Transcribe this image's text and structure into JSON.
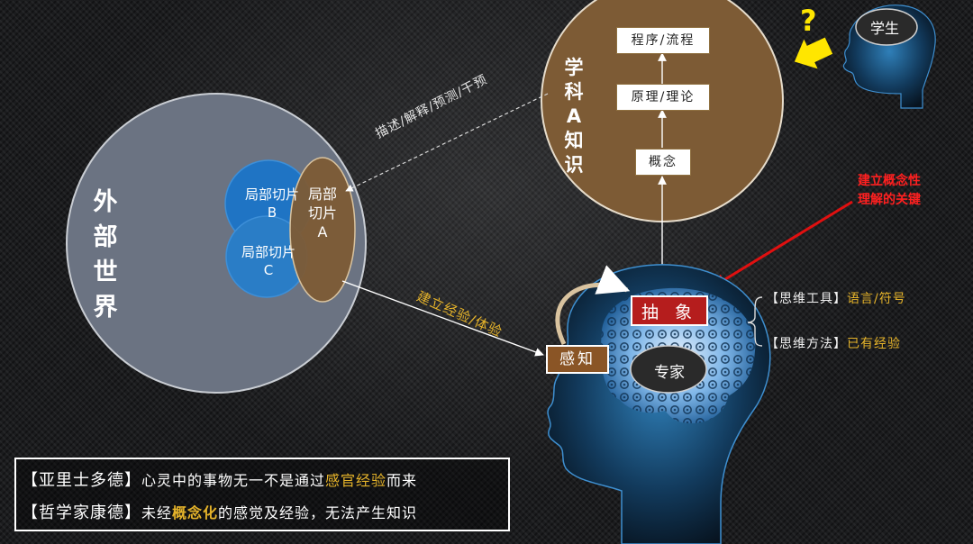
{
  "outer_world": {
    "label": "外部世界"
  },
  "slices": {
    "b": "局部切片B",
    "c": "局部切片C",
    "a": "局部切片A"
  },
  "subject": {
    "title": "学科A知识",
    "box_procedure": "程序/流程",
    "box_principle": "原理/理论",
    "box_concept": "概念"
  },
  "arrows": {
    "describe": "描述/解释/预测/干预",
    "build_experience": "建立经验/体验"
  },
  "expert": {
    "abstract": "抽 象",
    "perceive": "感知",
    "label": "专家"
  },
  "student": {
    "label": "学生",
    "question_mark": "?"
  },
  "key": {
    "line1": "建立概念性",
    "line2": "理解的关键"
  },
  "thinking": {
    "tool_label": "【思维工具】",
    "tool_value": "语言/符号",
    "method_label": "【思维方法】",
    "method_value": "已有经验"
  },
  "quotes": [
    {
      "source": "【亚里士多德】",
      "before": "心灵中的事物无一不是通过",
      "highlight": "感官经验",
      "after": "而来"
    },
    {
      "source": "【哲学家康德】",
      "before": "未经",
      "highlight": "概念化",
      "after": "的感觉及经验，无法产生知识"
    }
  ],
  "colors": {
    "gold": "#e5b32a",
    "abstract_red": "#b51d1d",
    "perceive_brown": "#8a5526",
    "knowledge_brown": "#7d5b35",
    "world_gray": "#6b7382",
    "slice_blue": "#1f74c4",
    "arrow_red": "#e01010"
  }
}
